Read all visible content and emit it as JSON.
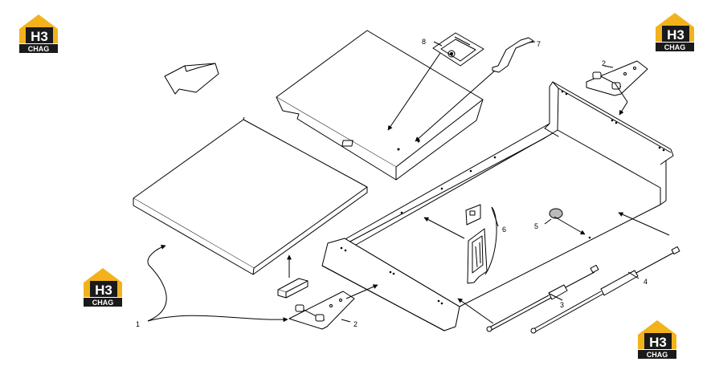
{
  "diagram": {
    "callouts": {
      "c1": "1",
      "c2a": "2",
      "c2b": "2",
      "c3": "3",
      "c4": "4",
      "c5": "5",
      "c6": "6",
      "c7": "7",
      "c8": "8"
    }
  },
  "watermark": {
    "mark": "H3",
    "word": "CHAG",
    "colors": {
      "house": "#f2b21c",
      "dark": "#1a1a1a",
      "white": "#ffffff"
    }
  }
}
